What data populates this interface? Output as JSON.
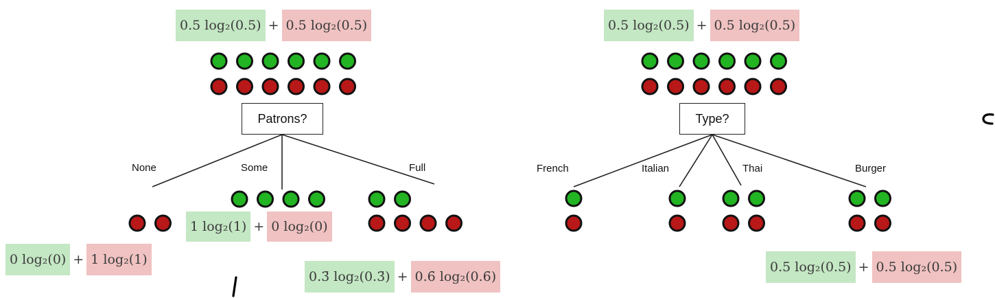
{
  "left_tree": {
    "top_formula": {
      "green": "0.5 log₂(0.5)",
      "plus": "+",
      "red": "0.5 log₂(0.5)"
    },
    "root_counts": {
      "green": 6,
      "red": 6
    },
    "node_label": "Patrons?",
    "branches": [
      {
        "label": "None",
        "green": 0,
        "red": 2,
        "formula": {
          "green": "0 log₂(0)",
          "plus": "+",
          "red": "1 log₂(1)"
        }
      },
      {
        "label": "Some",
        "green": 4,
        "red": 0,
        "formula": {
          "green": "1 log₂(1)",
          "plus": "+",
          "red": "0 log₂(0)"
        }
      },
      {
        "label": "Full",
        "green": 2,
        "red": 4,
        "formula": {
          "green": "0.3̄ log₂(0.3̄)",
          "plus": "+",
          "red": "0.6̄ log₂(0.6̄)"
        }
      }
    ]
  },
  "right_tree": {
    "top_formula": {
      "green": "0.5 log₂(0.5)",
      "plus": "+",
      "red": "0.5 log₂(0.5)"
    },
    "root_counts": {
      "green": 6,
      "red": 6
    },
    "node_label": "Type?",
    "branches": [
      {
        "label": "French",
        "green": 1,
        "red": 1
      },
      {
        "label": "Italian",
        "green": 1,
        "red": 1
      },
      {
        "label": "Thai",
        "green": 2,
        "red": 2
      },
      {
        "label": "Burger",
        "green": 2,
        "red": 2
      }
    ],
    "bottom_formula": {
      "green": "0.5 log₂(0.5)",
      "plus": "+",
      "red": "0.5 log₂(0.5)"
    }
  },
  "colors": {
    "dot_green": "#22b422",
    "dot_red": "#b81818",
    "dot_outline": "#111111",
    "highlight_green": "#c4e7c4",
    "highlight_red": "#f0c2c2"
  }
}
